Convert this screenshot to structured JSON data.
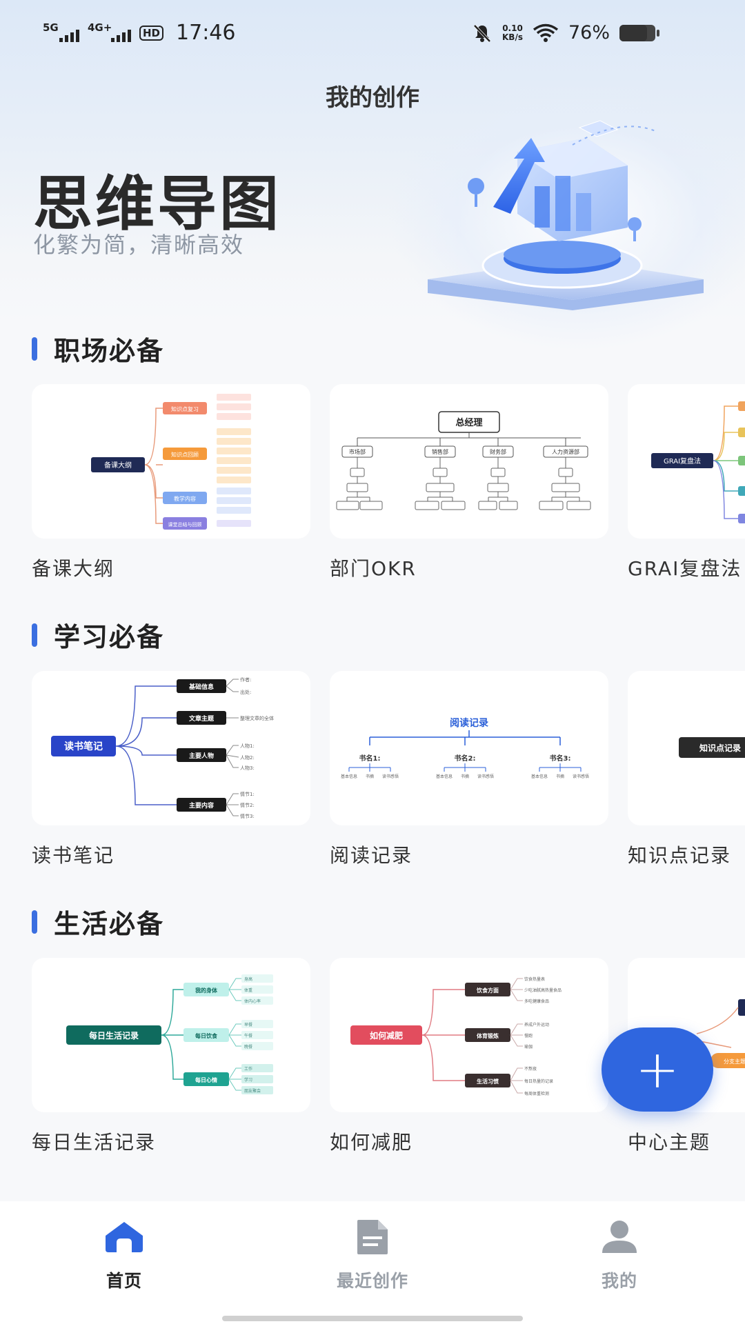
{
  "status_bar": {
    "sig1_label": "5G",
    "sig2_label": "4G+",
    "hd_label": "HD",
    "time": "17:46",
    "net_speed": "0.10",
    "net_unit": "KB/s",
    "battery_pct": "76%",
    "battery_level": 0.76
  },
  "header": {
    "title": "我的创作"
  },
  "hero": {
    "title": "思维导图",
    "subtitle": "化繁为简，清晰高效"
  },
  "sections": [
    {
      "title": "职场必备",
      "cards": [
        {
          "caption": "备课大纲",
          "center": "备课大纲"
        },
        {
          "caption": "部门OKR",
          "center": "总经理"
        },
        {
          "caption": "GRAI复盘法",
          "center": "GRAI复盘法"
        }
      ]
    },
    {
      "title": "学习必备",
      "cards": [
        {
          "caption": "读书笔记",
          "center": "读书笔记"
        },
        {
          "caption": "阅读记录",
          "center": "阅读记录"
        },
        {
          "caption": "知识点记录",
          "center": "知识点记录"
        }
      ]
    },
    {
      "title": "生活必备",
      "cards": [
        {
          "caption": "每日生活记录",
          "center": "每日生活记录"
        },
        {
          "caption": "如何减肥",
          "center": "如何减肥"
        },
        {
          "caption": "中心主题",
          "center": ""
        }
      ]
    }
  ],
  "thumb_labels": {
    "lesson_branches": [
      "知识点复习",
      "知识点回顾",
      "教学内容",
      "课堂总结与回顾"
    ],
    "okr_depts": [
      "市场部",
      "销售部",
      "财务部",
      "人力资源部"
    ],
    "reading_notes_branches": [
      "基础信息",
      "文章主题",
      "主要人物",
      "主要内容"
    ],
    "reading_notes_leaves": [
      "作者:",
      "出处:",
      "整理文章的全体",
      "人物1:",
      "人物2:",
      "人物3:",
      "情节1:",
      "情节2:",
      "情节3:"
    ],
    "reading_books": [
      "书名1:",
      "书名2:",
      "书名3:"
    ],
    "reading_book_sub": [
      "基本信息",
      "书摘",
      "读书感悟"
    ],
    "daily_branches": [
      "我的身体",
      "每日饮食",
      "每日心情"
    ],
    "daily_leaves": [
      "身高",
      "体重",
      "体内心率",
      "早餐",
      "午餐",
      "晚餐",
      "工作",
      "学习",
      "朋友聚会"
    ],
    "diet_branches": [
      "饮食方面",
      "体育锻炼",
      "生活习惯"
    ],
    "diet_leaves": [
      "饮食热量表",
      "少吃油腻高热量食品",
      "多吃健康食品",
      "养成户外运动",
      "慢跑",
      "瑜伽",
      "不熬夜",
      "每日热量的记录",
      "每周体重检测"
    ],
    "center_topic_leaf": "分支主题"
  },
  "fab": {
    "label": "+"
  },
  "tabs": [
    {
      "label": "首页",
      "icon": "home-icon",
      "active": true
    },
    {
      "label": "最近创作",
      "icon": "document-icon",
      "active": false
    },
    {
      "label": "我的",
      "icon": "user-icon",
      "active": false
    }
  ],
  "colors": {
    "accent": "#2f66df",
    "tab_active": "#2f66df",
    "tab_inactive": "#9aa0a8"
  }
}
